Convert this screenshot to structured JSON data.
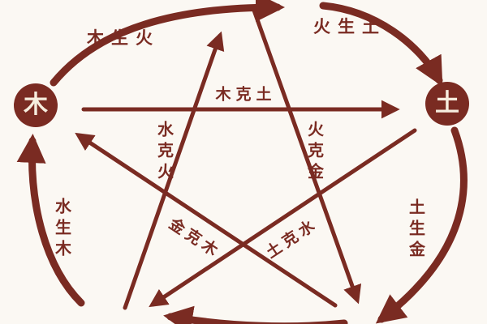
{
  "colors": {
    "ink": "#7a2b22",
    "bg": "#fbf8f3",
    "node-label": "#f6edde"
  },
  "nodes": {
    "wood": "木",
    "earth": "土"
  },
  "labels": {
    "generating": {
      "wood_fire": "木生火",
      "fire_earth": "火生土",
      "earth_metal": "土生金",
      "water_wood": "水生木"
    },
    "overcoming": {
      "wood_earth": "木克土",
      "water_fire": "水克火",
      "fire_metal": "火克金",
      "earth_water": "土克水",
      "metal_wood": "金克木"
    }
  }
}
